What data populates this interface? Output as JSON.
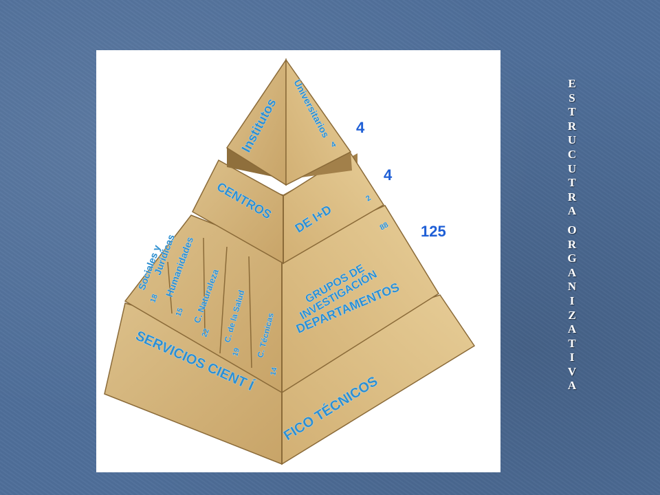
{
  "diagram": {
    "levels": {
      "top": {
        "left_label": "Institutos",
        "right_label": "Universitarios",
        "count": "4"
      },
      "second": {
        "left_label": "CENTROS",
        "right_label": "DE I+D",
        "count": "2"
      },
      "third": {
        "areas": [
          {
            "label": "Sociales y",
            "sublabel": "Jurídicas",
            "count": "18"
          },
          {
            "label": "Humanidades",
            "count": "15"
          },
          {
            "label": "C. Naturaleza",
            "count": "22"
          },
          {
            "label": "C. de la Salud",
            "count": "19"
          },
          {
            "label": "C. Técnicas",
            "count": "14"
          }
        ],
        "right_label_1": "GRUPOS DE",
        "right_label_2": "INVESTIGACIÓN",
        "right_count": "88",
        "right_label_3": "DEPARTAMENTOS"
      },
      "bottom": {
        "left_label": "SERVICIOS CIENT Í",
        "right_label": "FICO TÉCNICOS"
      }
    },
    "side_counts": [
      "4",
      "4",
      "125"
    ]
  },
  "vertical_title": {
    "word1": [
      "E",
      "S",
      "T",
      "R",
      "U",
      "C",
      "U",
      "T",
      "R",
      "A"
    ],
    "word2": [
      "O",
      "R",
      "G",
      "A",
      "N",
      "I",
      "Z",
      "A",
      "T",
      "I",
      "V",
      "A"
    ]
  }
}
